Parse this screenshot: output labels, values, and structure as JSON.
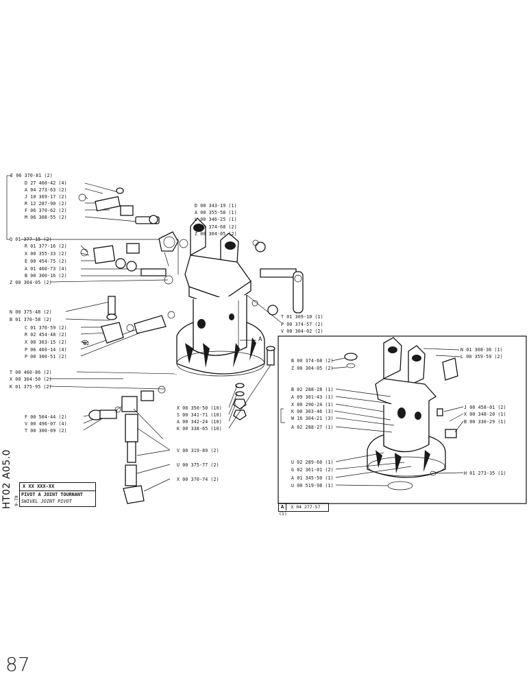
{
  "page_number": "87",
  "sheet_code": "HT02 A05.0",
  "date_code": "9-79",
  "title_block": {
    "ref": "X XX XXX-XX",
    "title_fr": "PIVOT A JOINT TOURNANT",
    "title_en": "SWIVEL JOINT PIVOT"
  },
  "detail": {
    "letter": "A",
    "ref": "X 04 277-57 (1)",
    "callout": "A"
  },
  "labels_left": [
    "E 06 370-81 (2)",
    "D 27 460-42 (4)",
    "A 04 273-63 (2)",
    "J 10 369-17 (2)",
    "R 12 287-90 (2)",
    "F 06 370-62 (2)",
    "M 06 308-55 (2)",
    "Q 01 377-15 (2)",
    "R 01 377-16 (2)",
    "X 00 355-33 (2)",
    "E 00 454-75 (2)",
    "A 01 460-73 (4)",
    "B 00 300-16 (2)",
    "Z 00 304-05 (2)",
    "N 00 375-48 (2)",
    "B 01 370-58 (2)",
    "C 01 370-59 (2)",
    "R 02 454-48 (2)",
    "X 00 363-15 (2)",
    "P 06 460-14 (4)",
    "P 00 300-51 (2)",
    "T 00 460-86 (2)",
    "X 00 304-50 (2)",
    "K 01 375-95 (2)",
    "F 00 504-44 (2)",
    "V 00 496-07 (4)",
    "T 00 300-09 (2)"
  ],
  "labels_top": [
    "D 00 343-19 (1)",
    "A 00 355-58 (1)",
    "L 00 346-25 (1)",
    "B 00 374-68 (2)",
    "Z 00 304-05 (2)"
  ],
  "labels_mid": [
    "T 01 309-10 (1)",
    "P 00 374-57 (2)",
    "V 00 304-02 (2)"
  ],
  "labels_bolts": [
    "X 00 350-50 (10)",
    "S 00 341-71 (10)",
    "A 00 342-24 (10)",
    "K 00 338-65 (10)"
  ],
  "labels_fittings": [
    "V 00 319-89 (2)",
    "U 00 375-77 (2)",
    "X 00 370-74 (2)"
  ],
  "labels_detail_left": [
    "B 00 374-68 (2)",
    "Z 00 304-05 (2)",
    "B 02 288-28 (1)",
    "A 09 301-43 (1)",
    "X 00 290-24 (1)",
    "K 00 303-46 (3)",
    "W 16 304-21 (3)",
    "A 02 288-27 (1)",
    "U 02 289-60 (1)",
    "G 02 361-01 (2)",
    "A 01 345-50 (1)",
    "U 00 519-98 (1)"
  ],
  "labels_detail_right": [
    "N 01 308-36 (1)",
    "L 00 359-59 (2)",
    "J 00 458-01 (2)",
    "X 00 348-20 (1)",
    "B 00 330-29 (1)",
    "H 01 273-35 (1)"
  ],
  "small_part_label": "Ω2"
}
